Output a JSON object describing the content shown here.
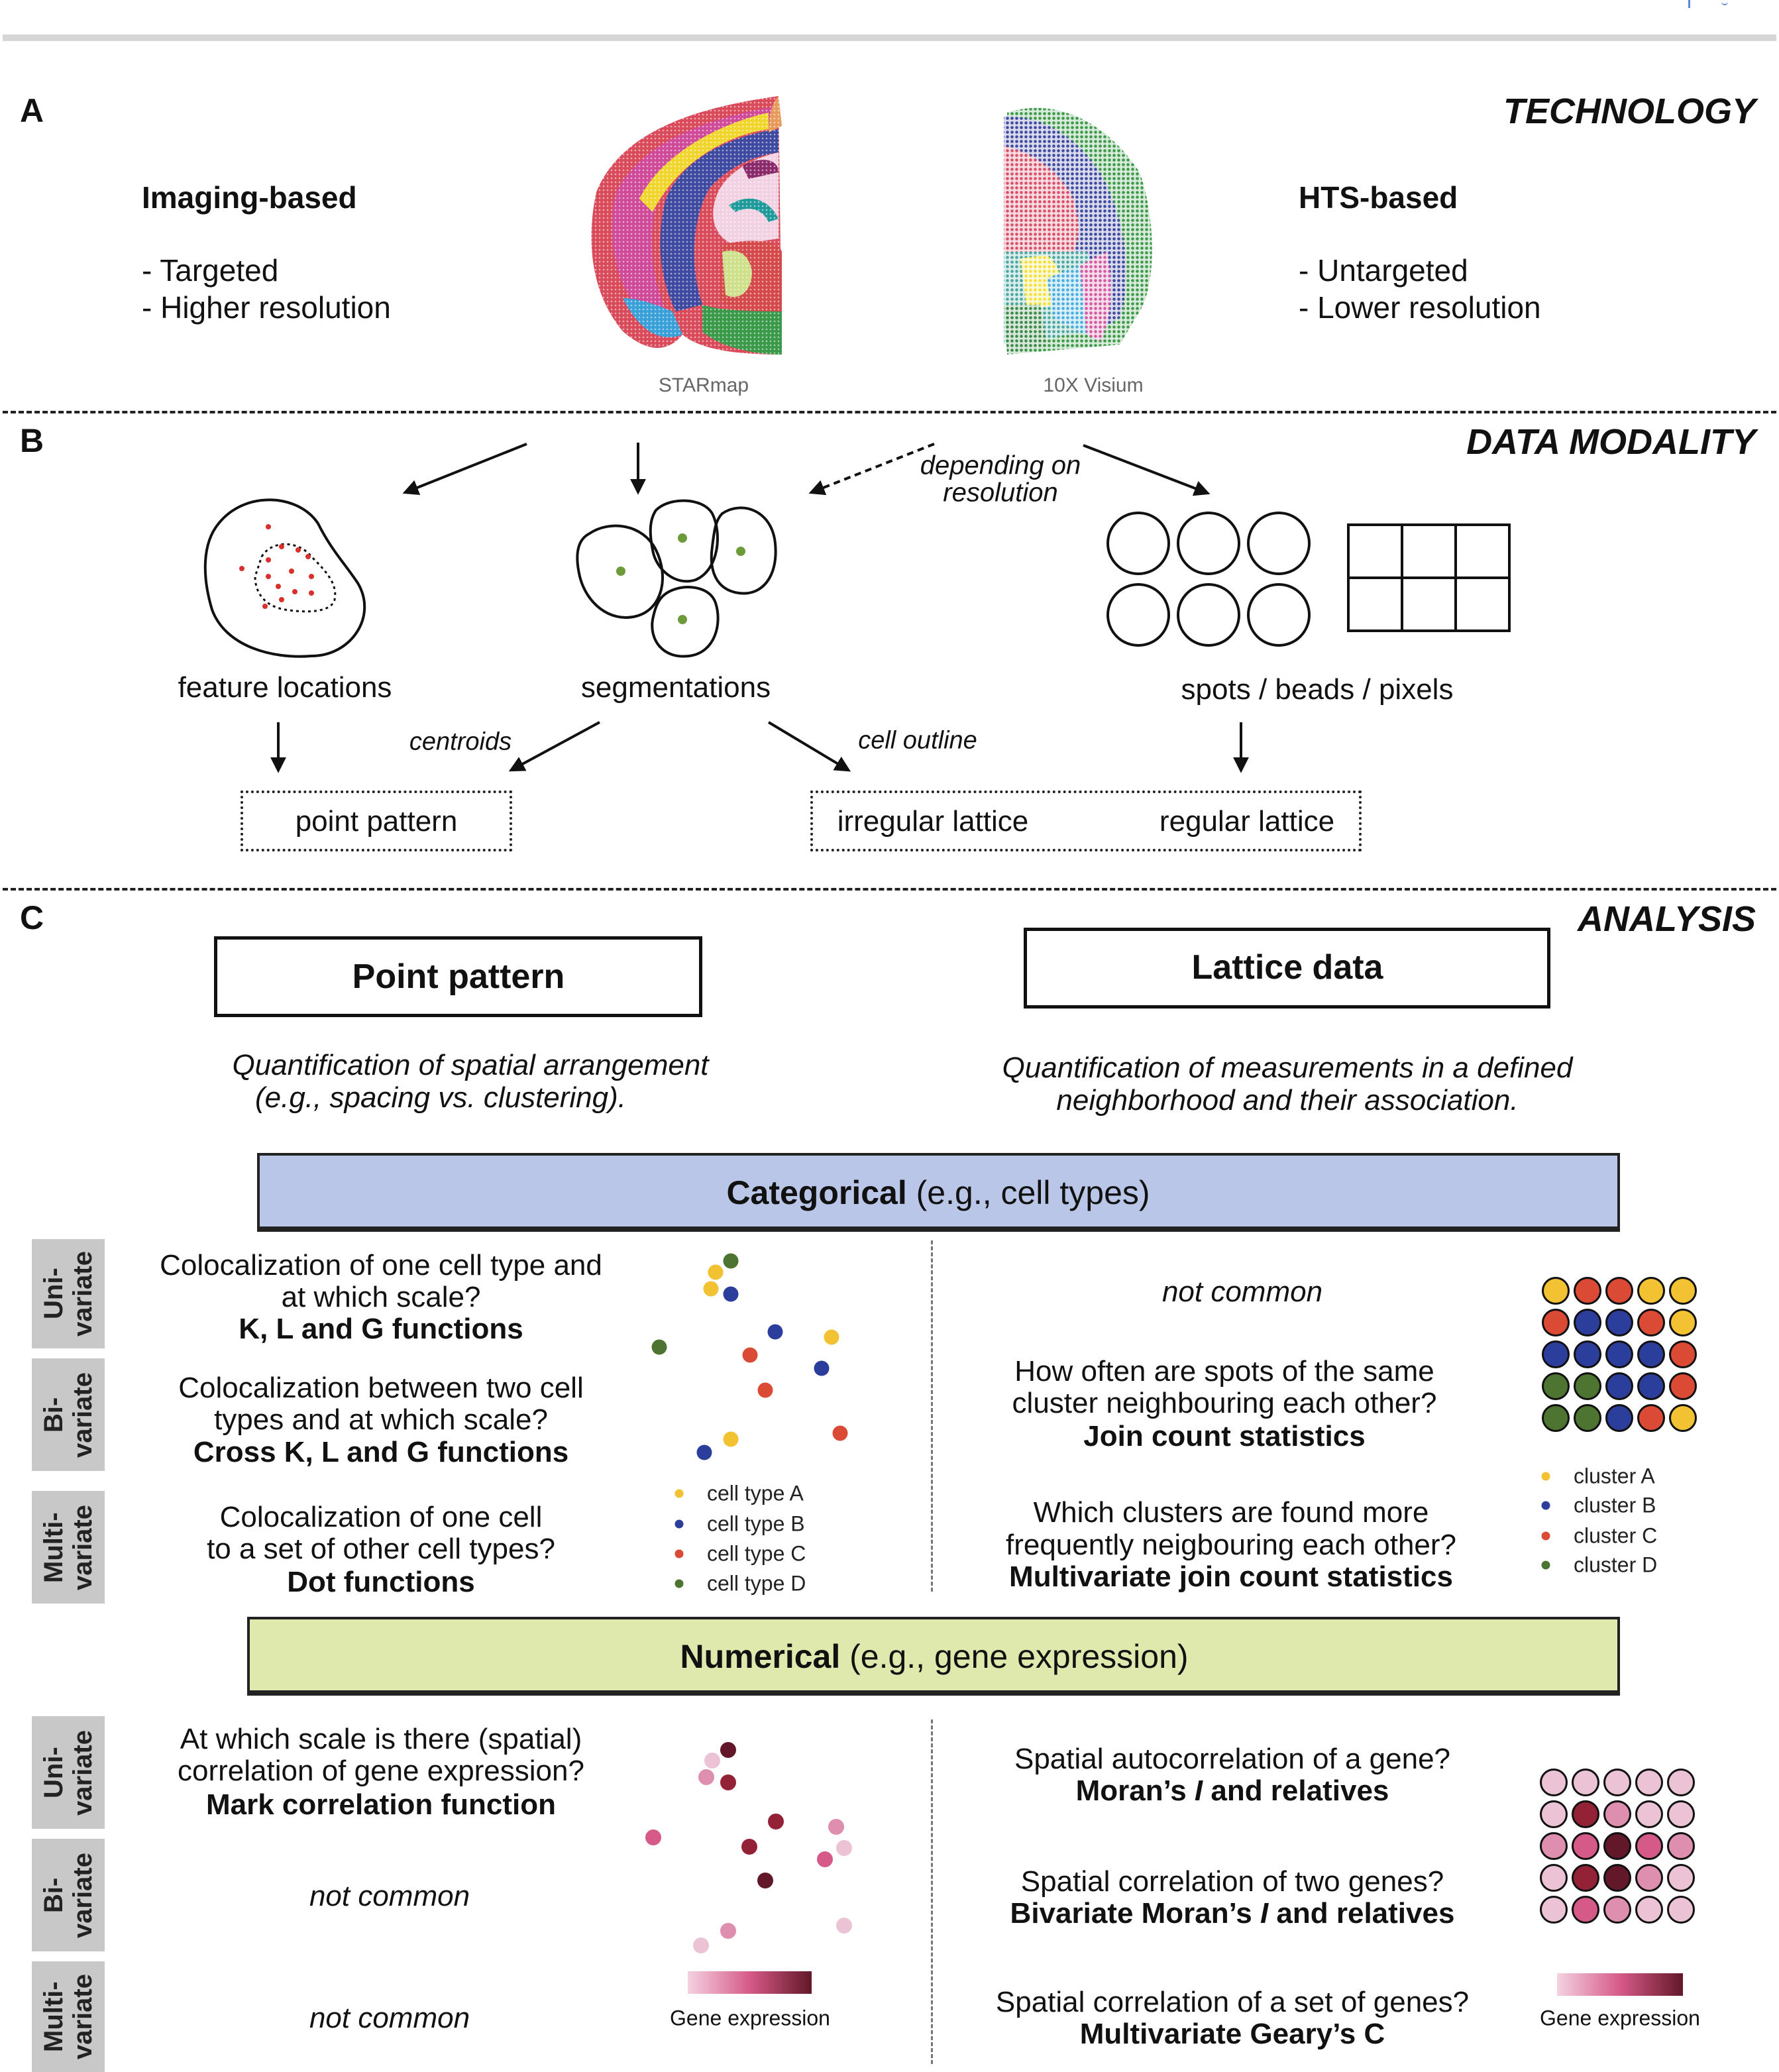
{
  "panel_a": {
    "letter": "A",
    "section_title": "TECHNOLOGY",
    "imaging": {
      "title": "Imaging-based",
      "points": [
        "- Targeted",
        "- Higher resolution"
      ]
    },
    "hts": {
      "title": "HTS-based",
      "points": [
        "- Untargeted",
        "- Lower resolution"
      ]
    },
    "images": [
      {
        "label": "STARmap"
      },
      {
        "label": "10X Visium"
      }
    ]
  },
  "panel_b": {
    "letter": "B",
    "section_title": "DATA MODALITY",
    "note": [
      "depending on",
      "resolution"
    ],
    "modalities": [
      "feature locations",
      "segmentations",
      "spots / beads / pixels"
    ],
    "edges": {
      "centroids": "centroids",
      "cell_outline": "cell outline"
    },
    "outputs": {
      "point_pattern": "point pattern",
      "irregular": "irregular lattice",
      "regular": "regular lattice"
    }
  },
  "panel_c": {
    "letter": "C",
    "section_title": "ANALYSIS",
    "point_pattern": {
      "title": "Point pattern",
      "desc": [
        "Quantification of spatial arrangement",
        "(e.g., spacing vs. clustering)."
      ]
    },
    "lattice": {
      "title": "Lattice data",
      "desc": [
        "Quantification of measurements in a defined",
        "neighborhood and their association."
      ]
    },
    "side_labels": [
      "Uni-\nvariate",
      "Bi-\nvariate",
      "Multi-\nvariate"
    ],
    "categorical": {
      "title_bold": "Categorical",
      "title_rest": " (e.g., cell types)",
      "color": "#b9c6e8",
      "point_rows": [
        {
          "lines": [
            "Colocalization of one cell type and",
            "at which scale?"
          ],
          "method": "K, L and G functions"
        },
        {
          "lines": [
            "Colocalization between two cell",
            "types and at which scale?"
          ],
          "method": "Cross K, L and G functions"
        },
        {
          "lines": [
            "Colocalization of one cell",
            "to a set of other cell types?"
          ],
          "method": "Dot functions"
        }
      ],
      "lattice_rows": [
        {
          "lines": [],
          "method": "",
          "note": "not common"
        },
        {
          "lines": [
            "How often are spots of the same",
            "cluster neighbouring each other?"
          ],
          "method": "Join count statistics"
        },
        {
          "lines": [
            "Which clusters are found more",
            "frequently neigbouring each other?"
          ],
          "method": "Multivariate join count statistics"
        }
      ],
      "point_legend": [
        {
          "label": "cell type A",
          "color": "#f2c232"
        },
        {
          "label": "cell type B",
          "color": "#2c3e9c"
        },
        {
          "label": "cell type C",
          "color": "#db4a34"
        },
        {
          "label": "cell type D",
          "color": "#4e7431"
        }
      ],
      "lattice_legend": [
        {
          "label": "cluster A",
          "color": "#f2c232"
        },
        {
          "label": "cluster B",
          "color": "#2c3e9c"
        },
        {
          "label": "cluster C",
          "color": "#db4a34"
        },
        {
          "label": "cluster D",
          "color": "#4e7431"
        }
      ],
      "grid": [
        [
          "A",
          "C",
          "C",
          "A",
          "A"
        ],
        [
          "C",
          "B",
          "B",
          "C",
          "A"
        ],
        [
          "B",
          "B",
          "B",
          "B",
          "C"
        ],
        [
          "D",
          "D",
          "B",
          "B",
          "C"
        ],
        [
          "D",
          "D",
          "B",
          "C",
          "A"
        ]
      ]
    },
    "numerical": {
      "title_bold": "Numerical",
      "title_rest": " (e.g., gene expression)",
      "color": "#dfe8ad",
      "point_rows": [
        {
          "lines": [
            "At which scale is there (spatial)",
            "correlation of gene expression?"
          ],
          "method": "Mark correlation function"
        },
        {
          "note": "not common"
        },
        {
          "note": "not common"
        }
      ],
      "lattice_rows": [
        {
          "question": "Spatial autocorrelation of a gene?",
          "method_pre": "Moran’s ",
          "method_i": "I",
          "method_post": " and relatives"
        },
        {
          "question": "Spatial correlation of two genes?",
          "method_pre": "Bivariate Moran’s ",
          "method_i": "I",
          "method_post": " and relatives"
        },
        {
          "question": "Spatial correlation of a set of genes?",
          "method_pre": "Multivariate Geary’s C",
          "method_i": "",
          "method_post": ""
        }
      ],
      "colorbar_label": "Gene expression",
      "colorbar_colors": [
        "#f4d2e0",
        "#d65a88",
        "#621828"
      ],
      "levels": {
        "1": "#ecc3d4",
        "2": "#de8eae",
        "3": "#d65a88",
        "4": "#932236",
        "5": "#621828"
      },
      "grid": [
        [
          1,
          1,
          1,
          1,
          1
        ],
        [
          1,
          4,
          2,
          1,
          1
        ],
        [
          2,
          3,
          5,
          3,
          2
        ],
        [
          1,
          4,
          5,
          2,
          1
        ],
        [
          1,
          3,
          2,
          1,
          1
        ]
      ]
    }
  }
}
